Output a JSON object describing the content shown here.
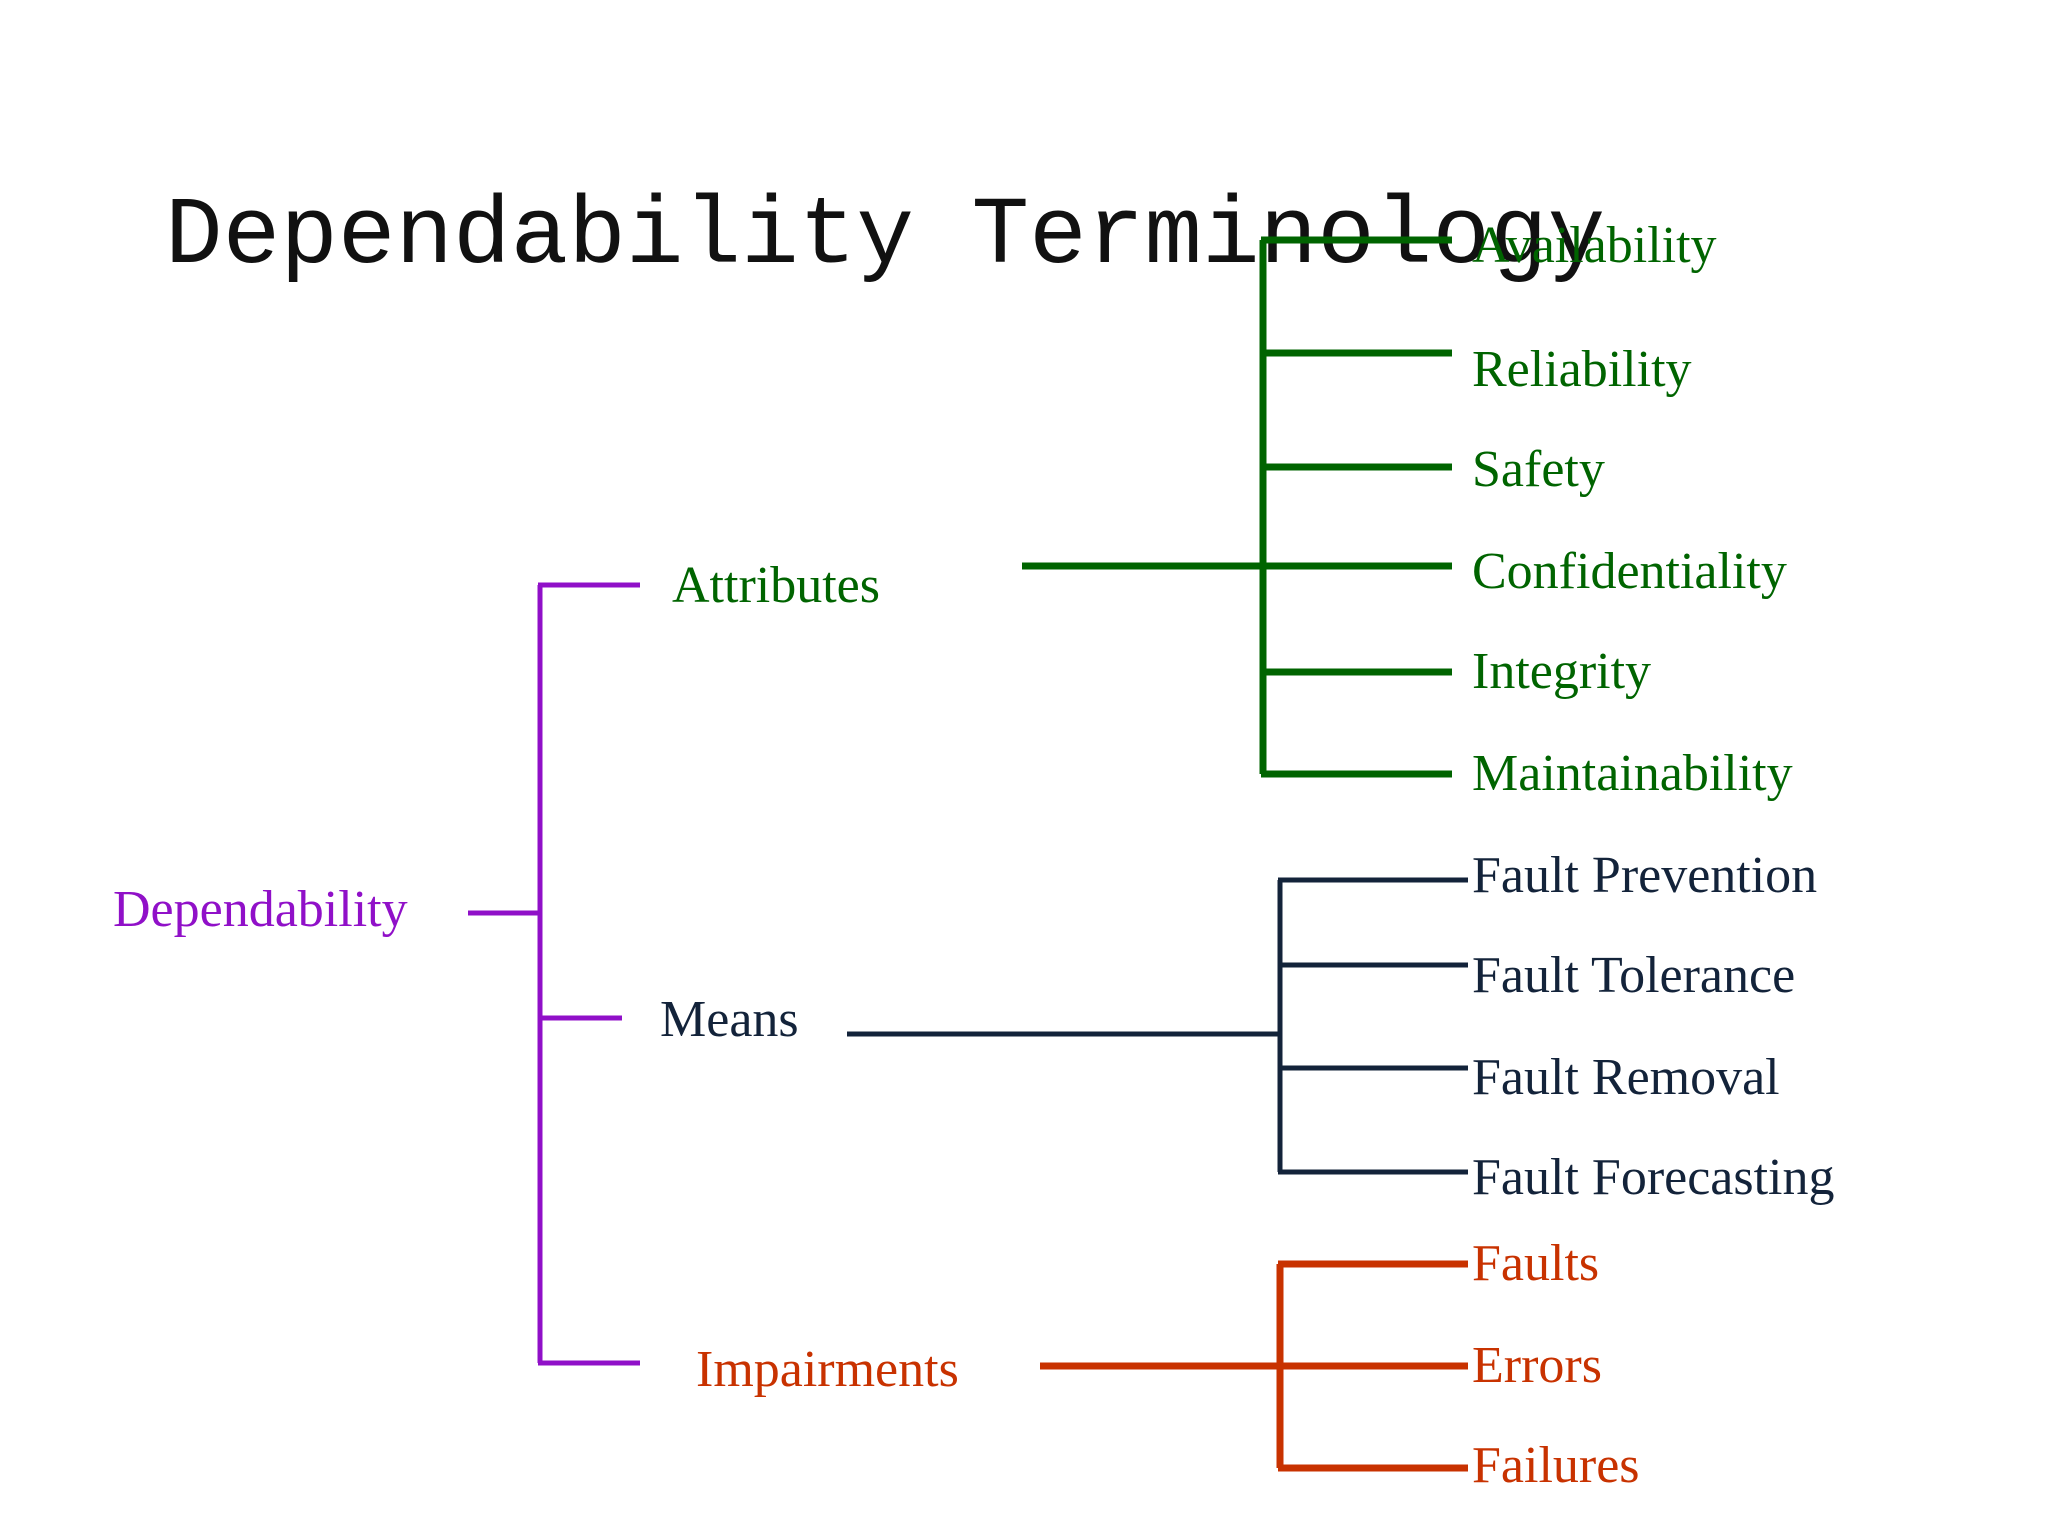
{
  "title": "Dependability Terminology",
  "colors": {
    "background": "#ffffff",
    "title": "#111111",
    "root": "#9010c8",
    "attributes": "#006400",
    "means": "#13233a",
    "impairments": "#c83200"
  },
  "root": {
    "label": "Dependability"
  },
  "branches": [
    {
      "key": "attributes",
      "label": "Attributes",
      "children": [
        "Availability",
        "Reliability",
        "Safety",
        "Confidentiality",
        "Integrity",
        "Maintainability"
      ]
    },
    {
      "key": "means",
      "label": "Means",
      "children": [
        "Fault Prevention",
        "Fault Tolerance",
        "Fault Removal",
        "Fault Forecasting"
      ]
    },
    {
      "key": "impairments",
      "label": "Impairments",
      "children": [
        "Faults",
        "Errors",
        "Failures"
      ]
    }
  ]
}
